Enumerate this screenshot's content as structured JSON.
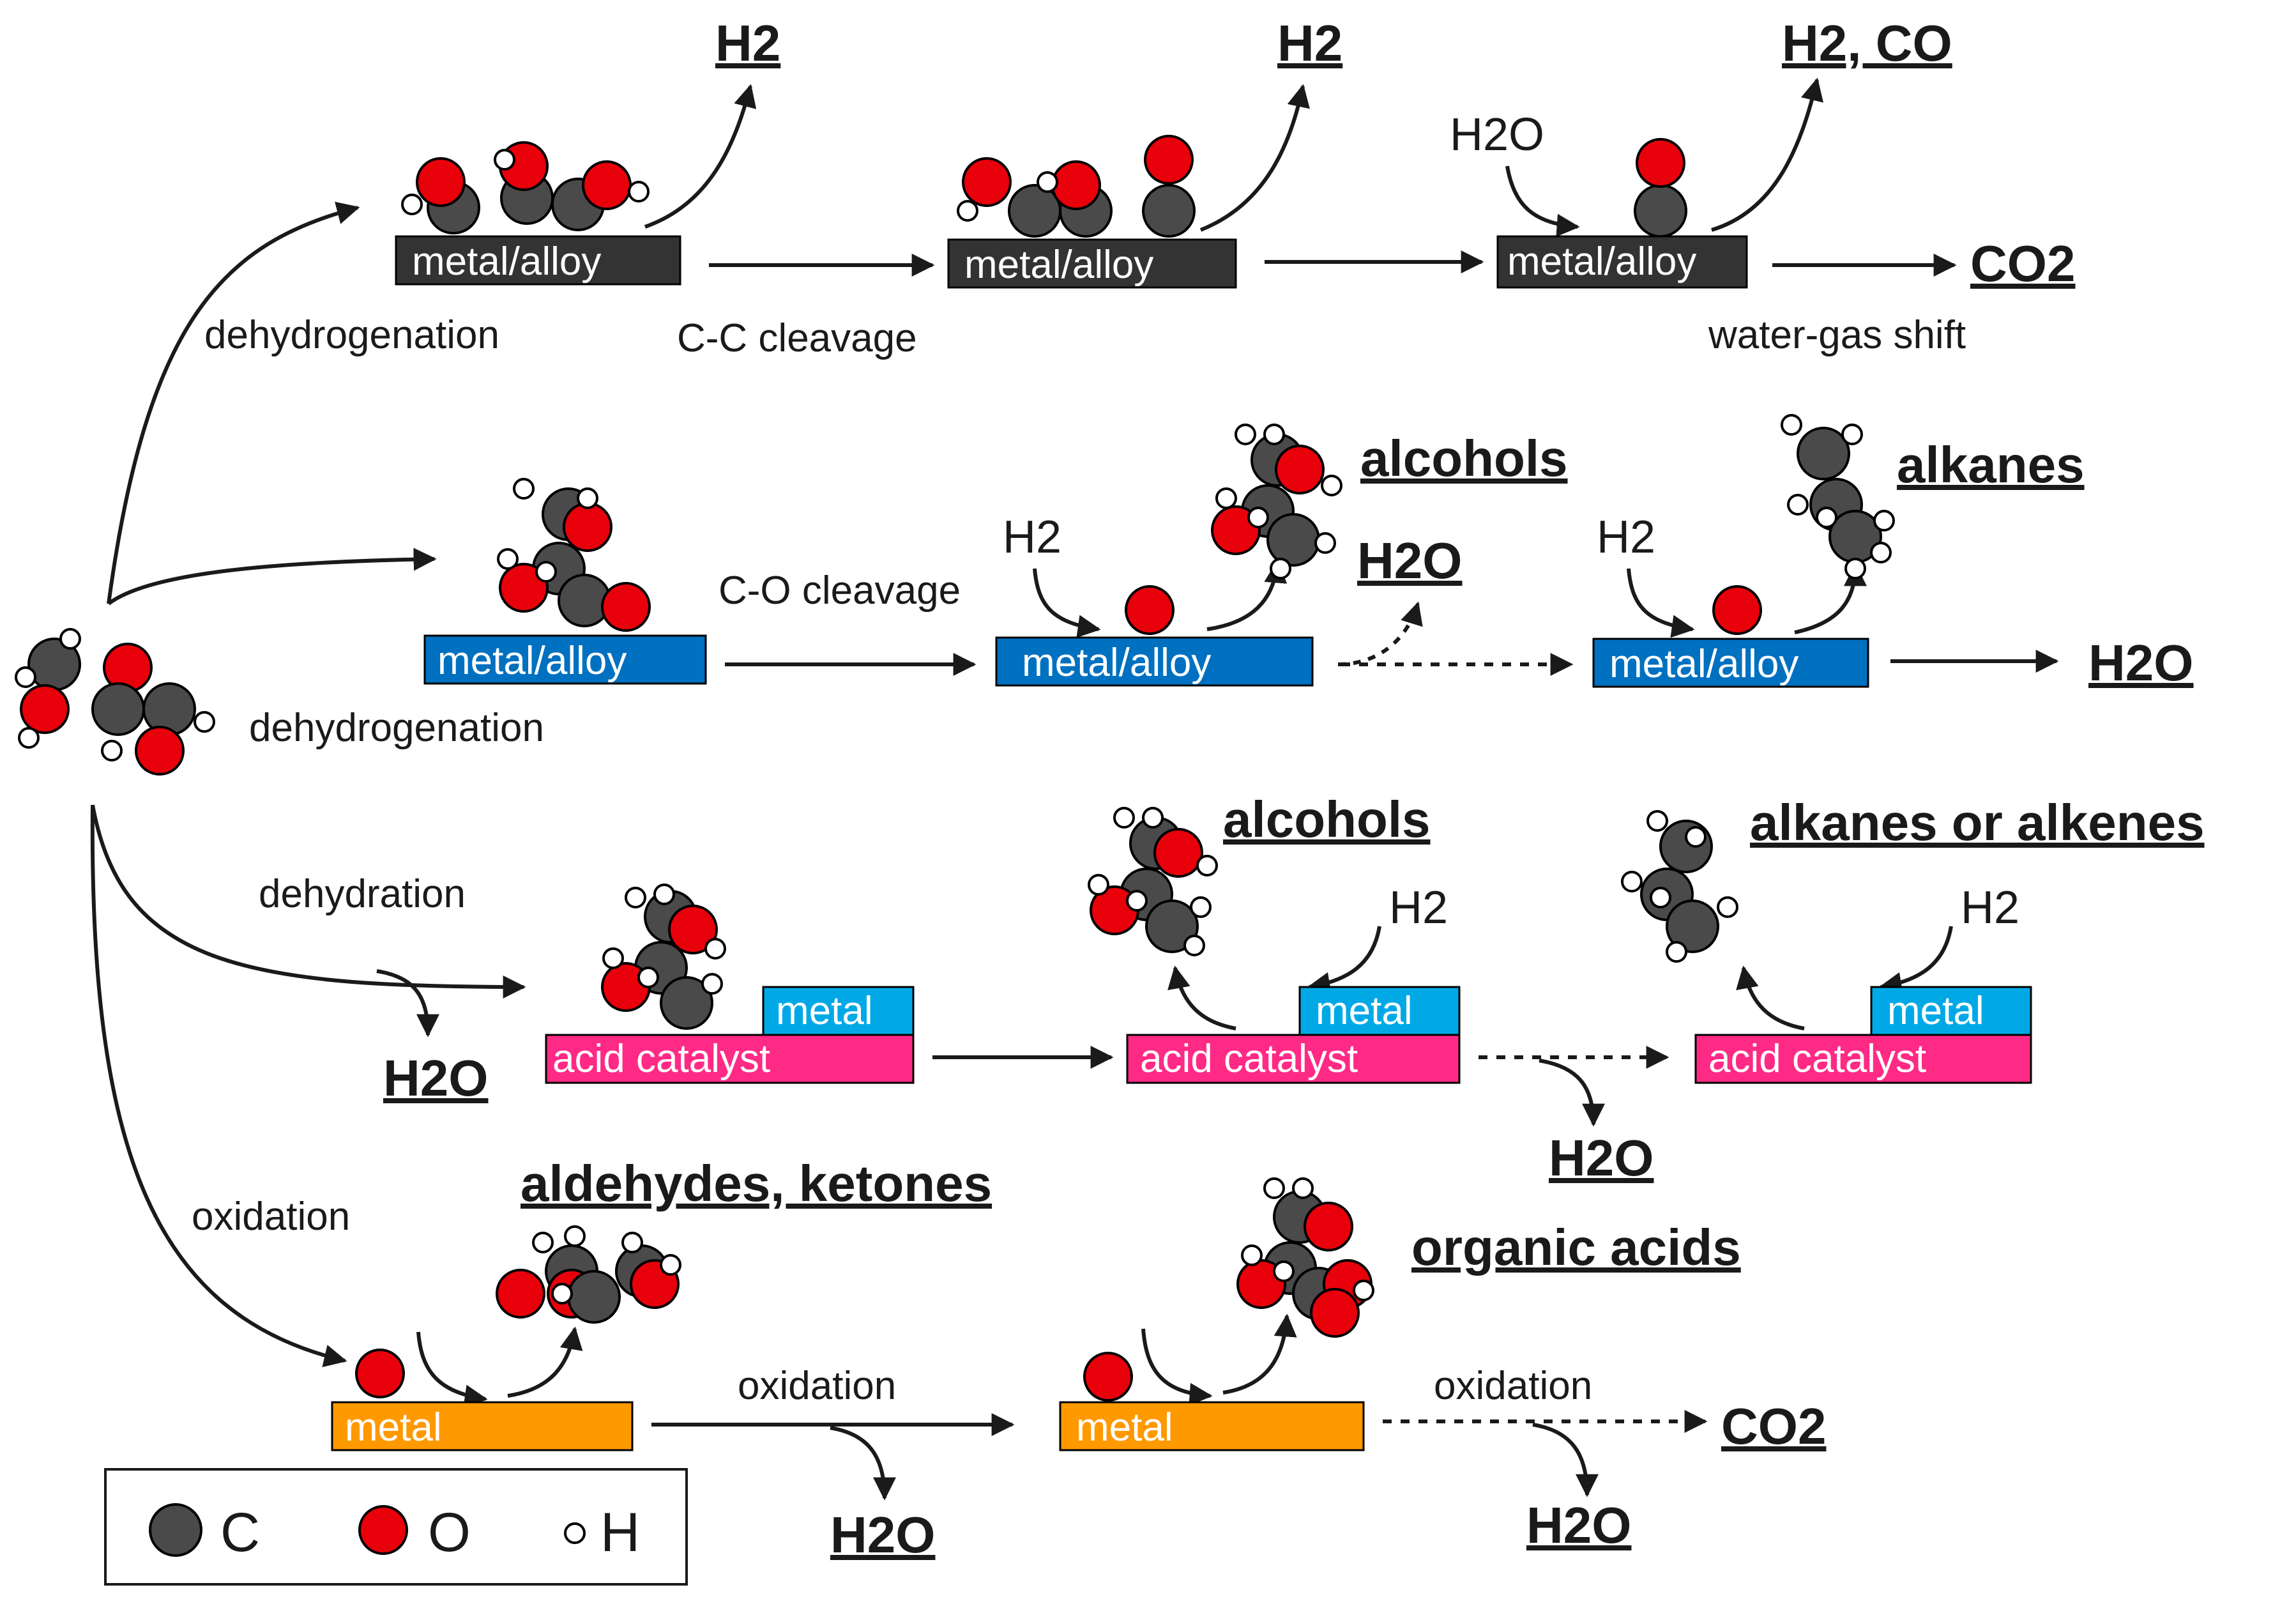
{
  "colors": {
    "carbon": "#4a4a4a",
    "oxygen": "#e8000b",
    "hydrogen": "#ffffff",
    "metal_alloy_dark": "#333333",
    "metal_alloy_blue": "#0070c0",
    "acid_catalyst": "#ff2a85",
    "metal_cyan": "#00a9e6",
    "metal_orange": "#ff9900",
    "arrow": "#1a1a1a"
  },
  "row1": {
    "step_dehydrogenation": "dehydrogenation",
    "step_cc_cleavage": "C-C cleavage",
    "step_wgs": "water-gas shift",
    "support_1": "metal/alloy",
    "support_2": "metal/alloy",
    "support_3": "metal/alloy",
    "product_h2_a": "H2",
    "product_h2_b": "H2",
    "product_h2_co": "H2, CO",
    "product_co2": "CO2",
    "reagent_h2o": "H2O"
  },
  "row2": {
    "step_dehydrogenation": "dehydrogenation",
    "step_co_cleavage": "C-O cleavage",
    "support_1": "metal/alloy",
    "support_2": "metal/alloy",
    "support_3": "metal/alloy",
    "reagent_h2_a": "H2",
    "reagent_h2_b": "H2",
    "product_alcohols": "alcohols",
    "product_alkanes": "alkanes",
    "product_h2o_a": "H2O",
    "product_h2o_b": "H2O"
  },
  "row3": {
    "step_dehydration": "dehydration",
    "metal_1": "metal",
    "metal_2": "metal",
    "metal_3": "metal",
    "acid_1": "acid catalyst",
    "acid_2": "acid catalyst",
    "acid_3": "acid catalyst",
    "reagent_h2_a": "H2",
    "reagent_h2_b": "H2",
    "product_h2o_a": "H2O",
    "product_h2o_b": "H2O",
    "product_alcohols": "alcohols",
    "product_alkanes_alkenes": "alkanes or alkenes"
  },
  "row4": {
    "step_oxidation_a": "oxidation",
    "step_oxidation_b": "oxidation",
    "step_oxidation_c": "oxidation",
    "metal_1": "metal",
    "metal_2": "metal",
    "product_aldehydes": "aldehydes, ketones",
    "product_organic_acids": "organic acids",
    "product_co2": "CO2",
    "product_h2o_a": "H2O",
    "product_h2o_b": "H2O"
  },
  "legend": {
    "carbon": "C",
    "oxygen": "O",
    "hydrogen": "H"
  }
}
